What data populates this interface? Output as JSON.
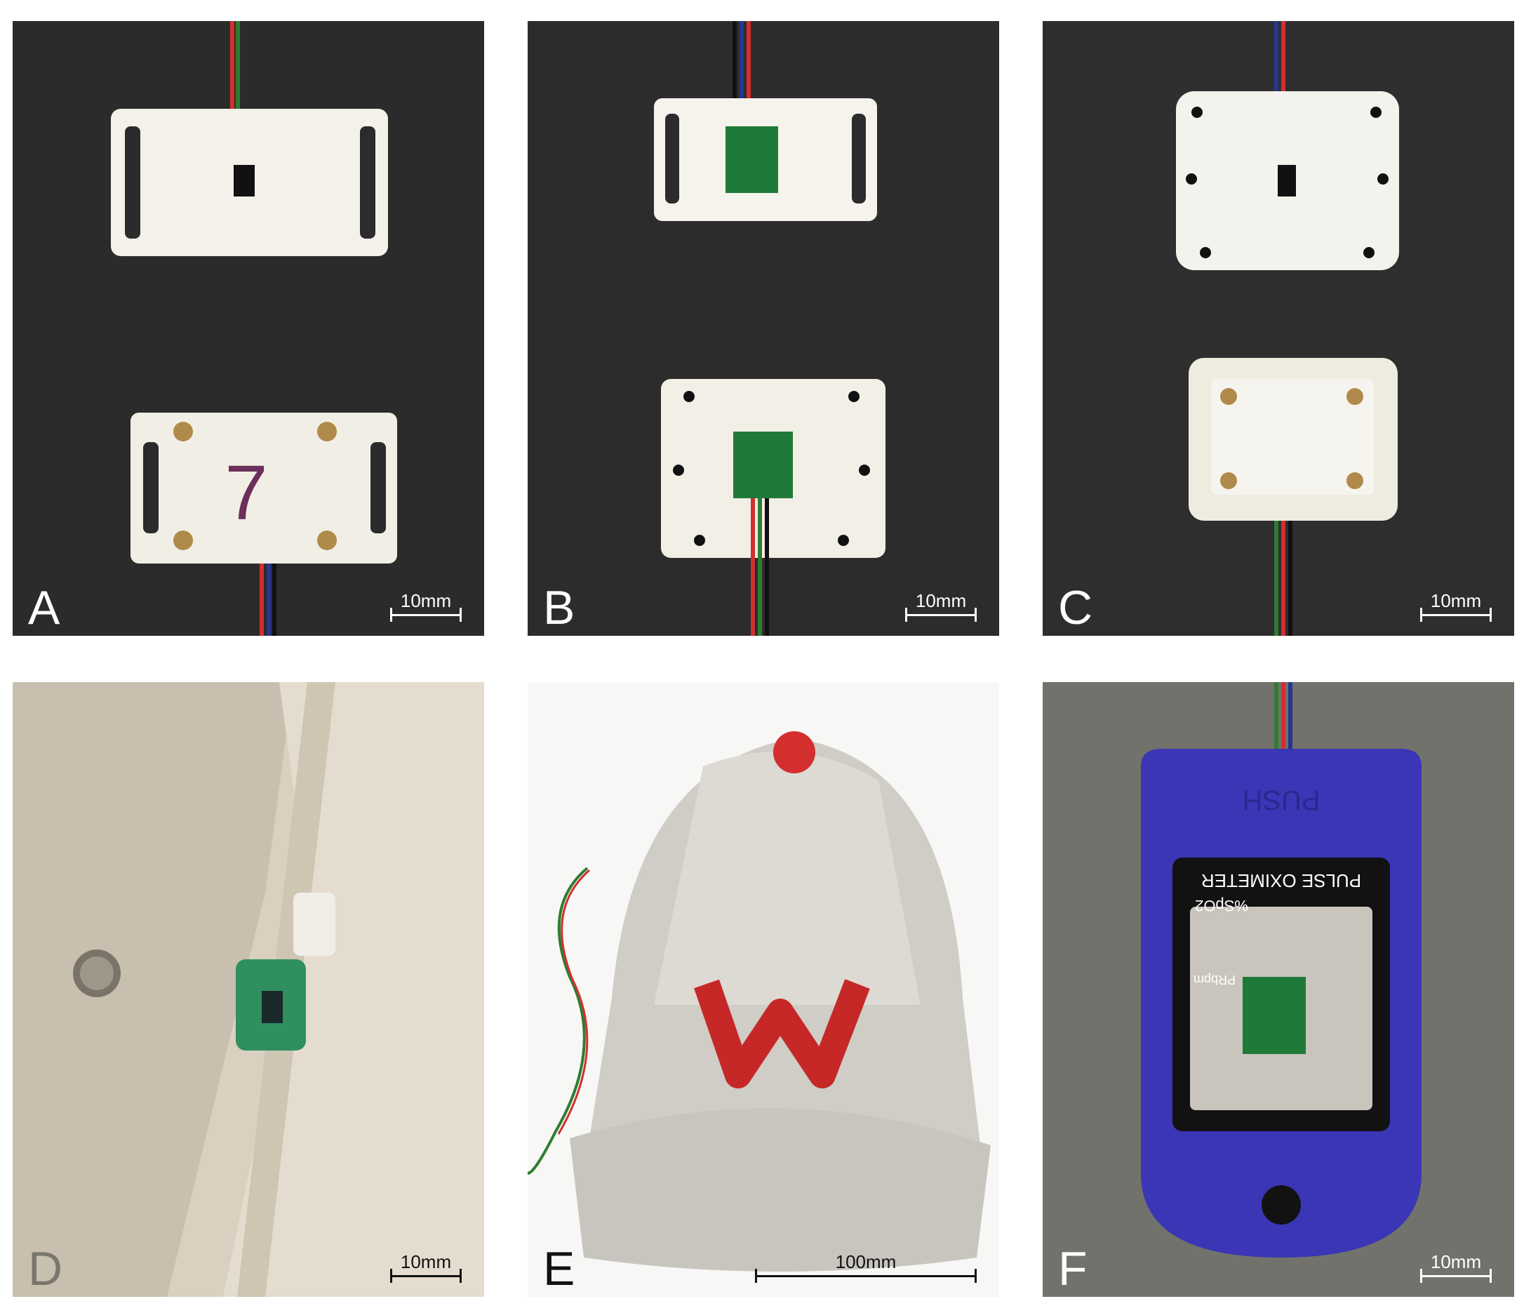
{
  "figure": {
    "panels": [
      {
        "letter": "A",
        "scale_label": "10mm",
        "content": "white 3D-printed sensor housing with strap slots, top and bottom views",
        "marking": "7"
      },
      {
        "letter": "B",
        "scale_label": "10mm",
        "content": "open housings showing green sensor circuit board with red, green, blue and black wires"
      },
      {
        "letter": "C",
        "scale_label": "10mm",
        "content": "square white housing with screw holes, top and bottom views"
      },
      {
        "letter": "D",
        "scale_label": "10mm",
        "content": "sensor sewn inside the band of a beige cap"
      },
      {
        "letter": "E",
        "scale_label": "100mm",
        "content": "beige baseball cap with red W logo and sensor cable"
      },
      {
        "letter": "F",
        "scale_label": "10mm",
        "content": "blue pulse oximeter with sensor board visible through the display",
        "device_texts": [
          "PUSH",
          "PULSE OXIMETER",
          "%SpO2",
          "PRbpm"
        ]
      }
    ]
  },
  "colors": {
    "background": "#ffffff",
    "dark_panel": "#2c2c2c",
    "letter_light": "#ffffff",
    "letter_dark": "#111111"
  }
}
